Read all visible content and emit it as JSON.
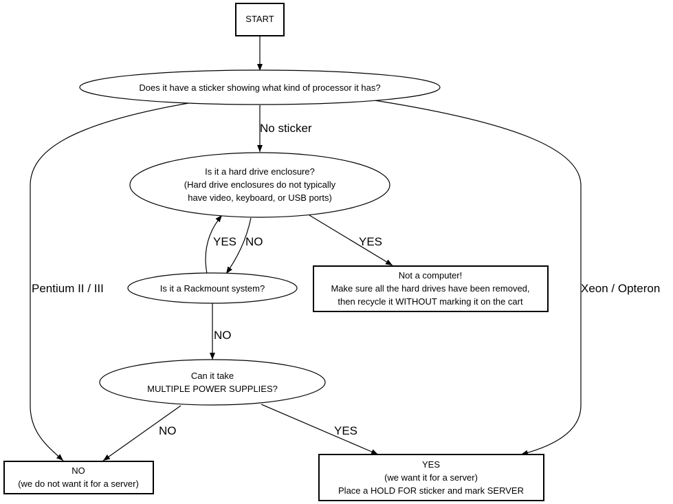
{
  "nodes": {
    "start": {
      "lines": [
        "START"
      ]
    },
    "sticker_q": {
      "lines": [
        "Does it have a sticker showing what kind of processor it has?"
      ]
    },
    "enclosure_q": {
      "lines": [
        "Is it a hard drive enclosure?",
        "(Hard drive enclosures do not typically",
        "have video, keyboard, or USB ports)"
      ]
    },
    "not_computer": {
      "lines": [
        "Not a computer!",
        "Make sure all the hard drives have been removed,",
        "then recycle it WITHOUT marking it on the cart"
      ]
    },
    "rackmount_q": {
      "lines": [
        "Is it a Rackmount system?"
      ]
    },
    "psu_q": {
      "lines": [
        "Can it take",
        "MULTIPLE POWER SUPPLIES?"
      ]
    },
    "no_result": {
      "lines": [
        "NO",
        "(we do not want it for a server)"
      ]
    },
    "yes_result": {
      "lines": [
        "YES",
        "(we want it for a server)",
        "Place a HOLD FOR sticker and mark SERVER"
      ]
    }
  },
  "edges": {
    "no_sticker": "No sticker",
    "pentium": "Pentium II / III",
    "xeon": "Xeon / Opteron",
    "enclosure_yes": "YES",
    "enclosure_no": "NO",
    "rack_yes": "YES",
    "rack_no": "NO",
    "psu_no": "NO",
    "psu_yes": "YES"
  }
}
